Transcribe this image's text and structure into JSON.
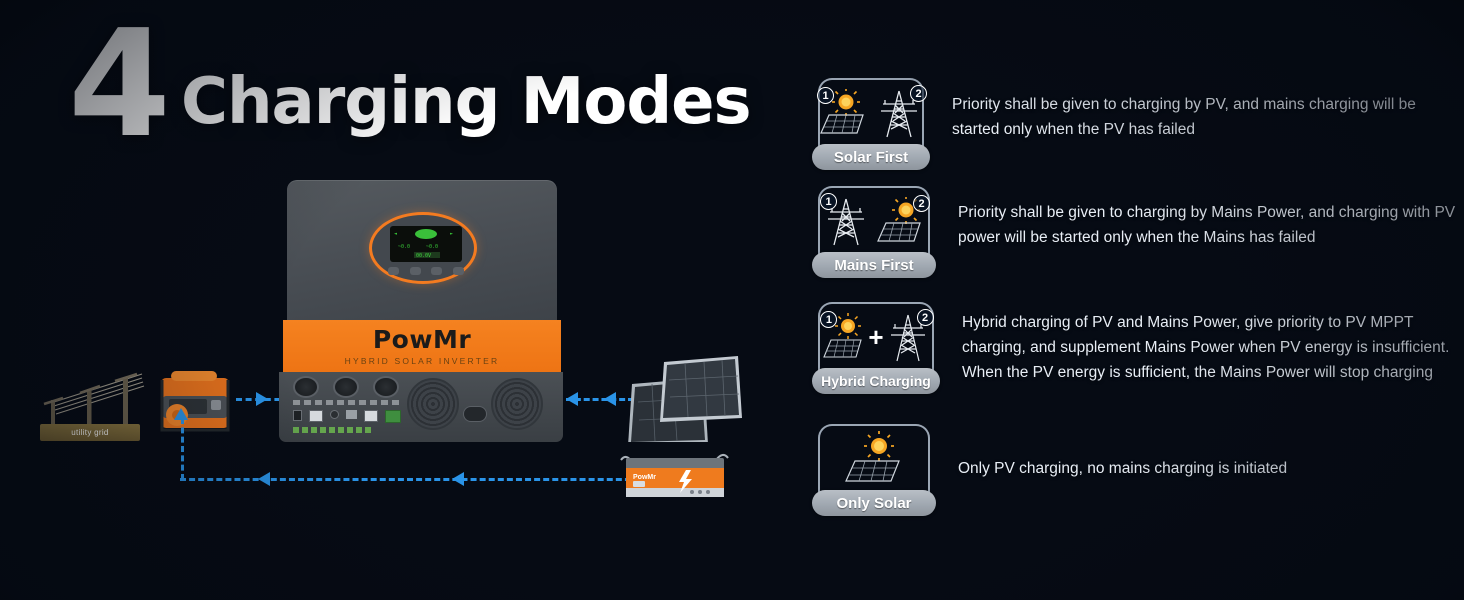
{
  "title": {
    "number": "4",
    "text": "Charging Modes"
  },
  "brand": {
    "name": "PowMr",
    "subtitle": "HYBRID SOLAR INVERTER"
  },
  "scene": {
    "utility_grid_label": "utility grid",
    "battery_brand": "PowMr"
  },
  "colors": {
    "accent_orange": "#f47b20",
    "arrow_blue": "#2a94e8",
    "background_navy": "#0a1526",
    "label_gray": "#a0a8b1"
  },
  "modes": [
    {
      "label": "Solar First",
      "icons": [
        "solar-panel-icon",
        "power-tower-icon"
      ],
      "order": [
        "1",
        "2"
      ],
      "description": "Priority shall be given to charging by PV, and mains charging will be started only when the PV has failed"
    },
    {
      "label": "Mains First",
      "icons": [
        "power-tower-icon",
        "solar-panel-icon"
      ],
      "order": [
        "1",
        "2"
      ],
      "description": "Priority shall be given to charging by Mains Power, and charging with PV power will be started only when the Mains has failed"
    },
    {
      "label": "Hybrid Charging",
      "icons": [
        "solar-panel-icon",
        "plus-sign",
        "power-tower-icon"
      ],
      "order": [
        "1",
        "2"
      ],
      "description": "Hybrid charging of PV and Mains Power, give priority to PV MPPT charging, and supplement Mains Power when PV energy is insufficient. When the PV energy is sufficient, the Mains Power will stop charging"
    },
    {
      "label": "Only Solar",
      "icons": [
        "solar-panel-icon"
      ],
      "order": [],
      "description": "Only PV charging, no mains charging is initiated"
    }
  ]
}
